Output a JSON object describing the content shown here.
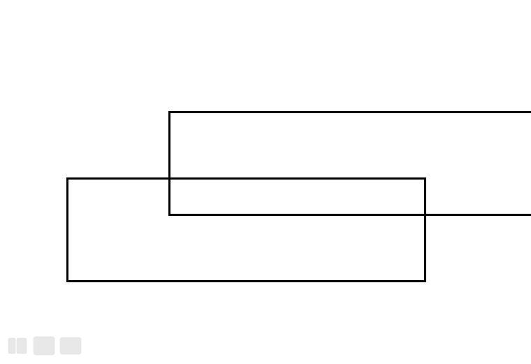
{
  "diagram": {
    "shapes": [
      {
        "id": "rect-top",
        "kind": "rectangle",
        "fill": "none",
        "stroke": "#000000"
      },
      {
        "id": "rect-bottom",
        "kind": "rectangle",
        "fill": "none",
        "stroke": "#000000"
      }
    ]
  },
  "watermark": {
    "text": "",
    "color": "#e6e6e6"
  }
}
